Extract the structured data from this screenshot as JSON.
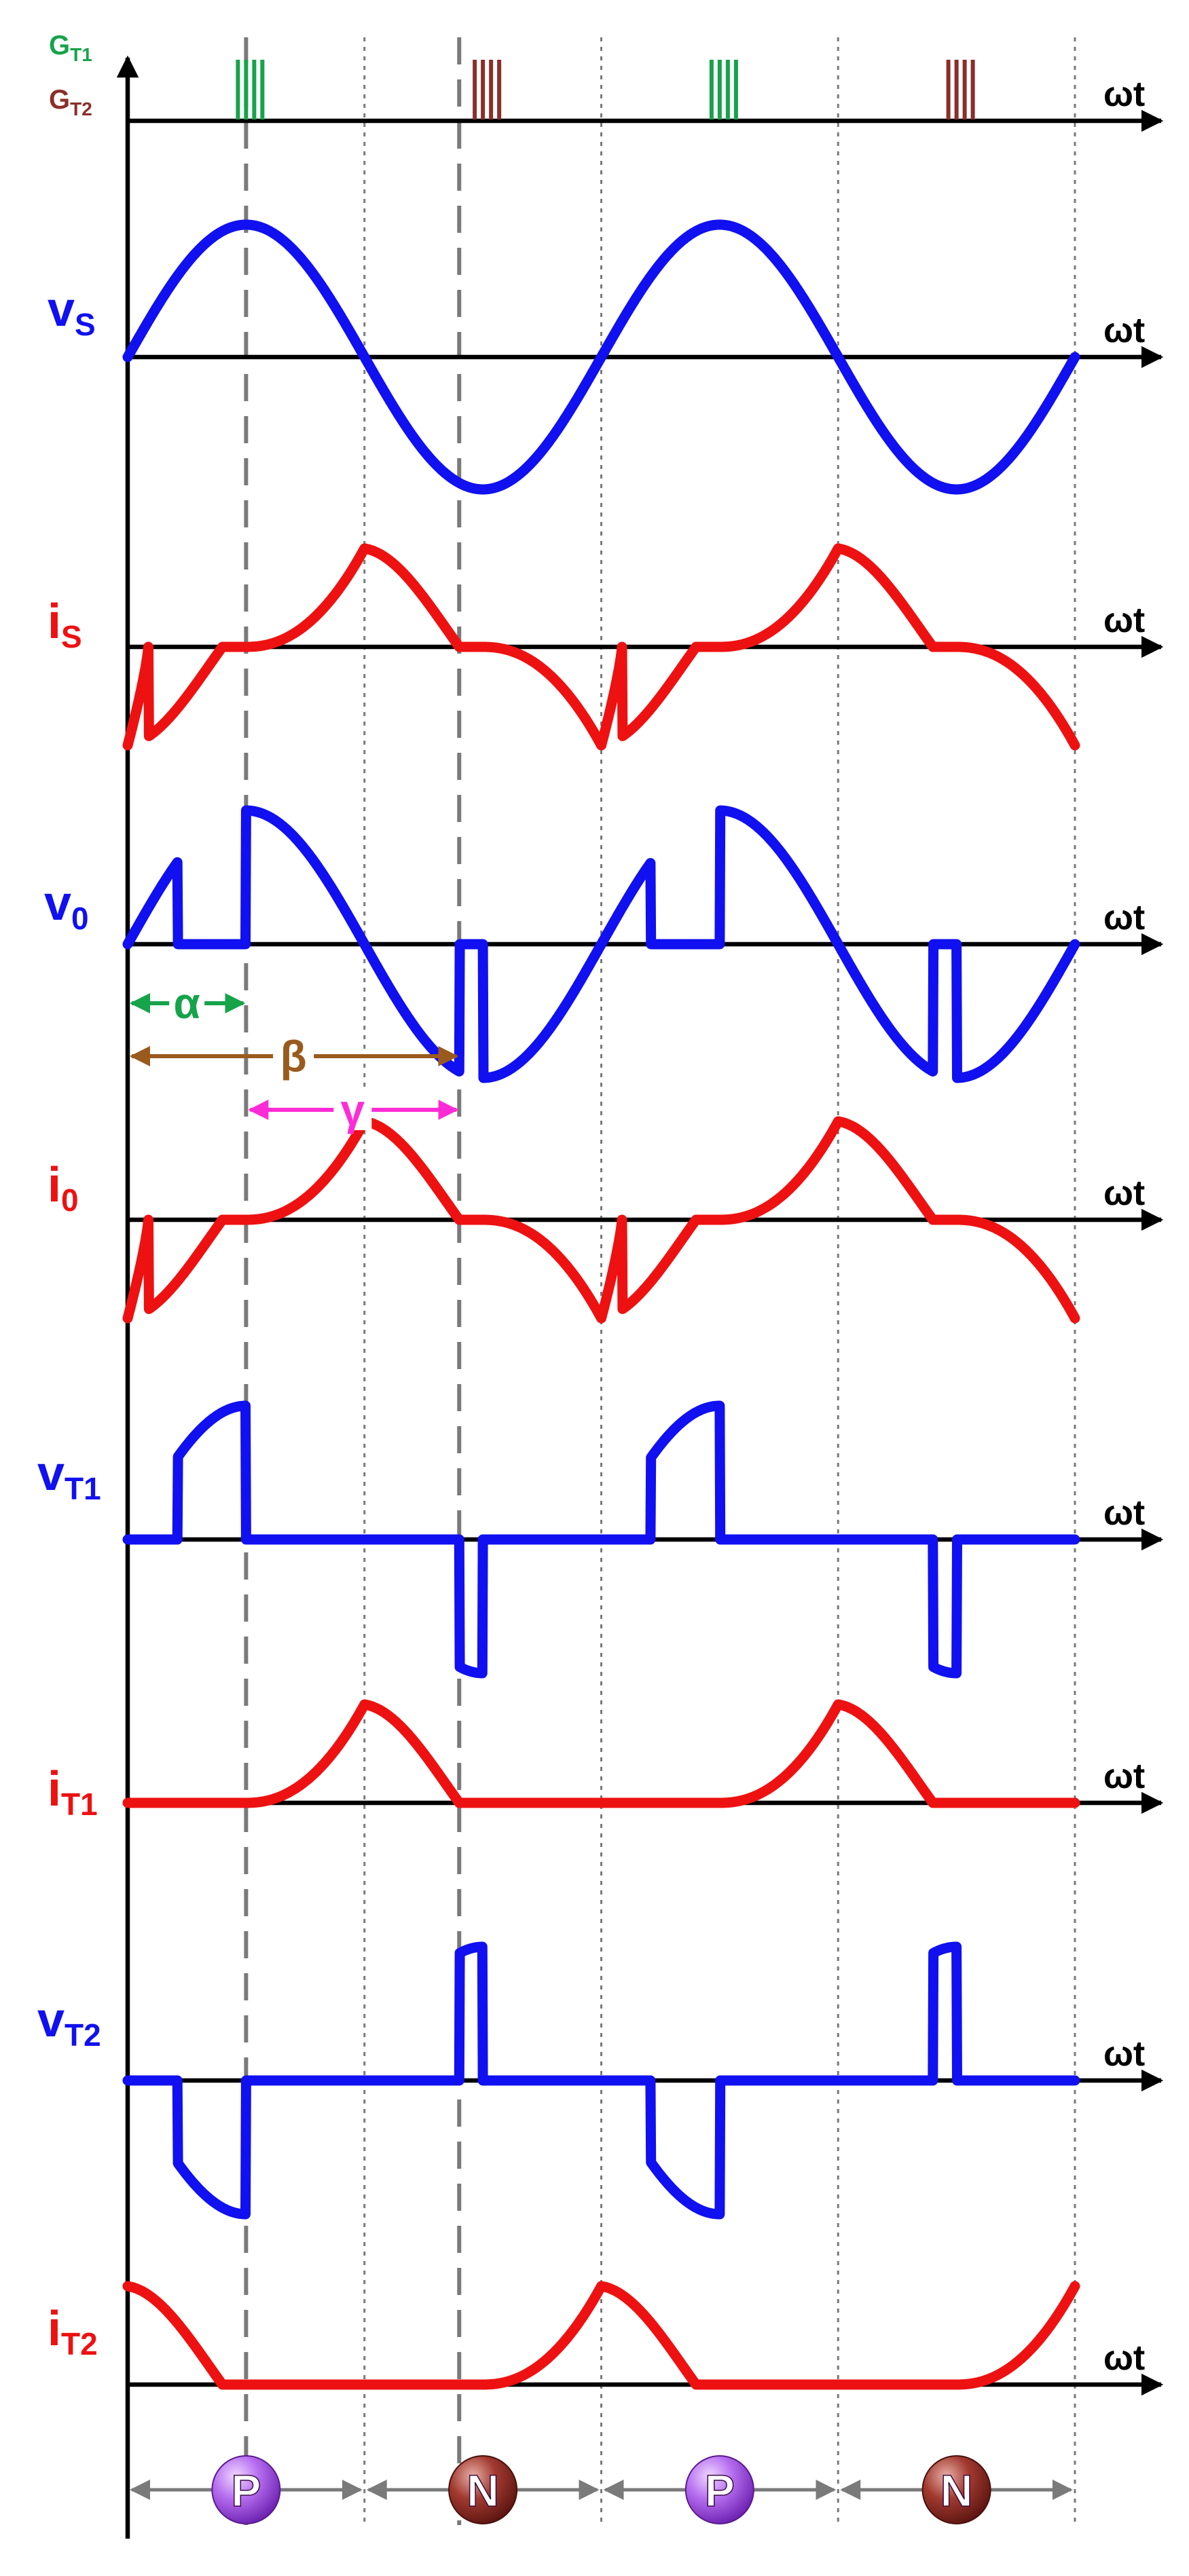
{
  "colors": {
    "blue": "#1010f0",
    "red": "#ee1111",
    "green": "#16a34a",
    "maroon": "#8b2e2a",
    "brown": "#9a5a1e",
    "magenta": "#ff2bd6",
    "purple": "#9a40d8",
    "axis": "#000000",
    "guide": "#7a7a7a"
  },
  "axis_label": "ωt",
  "gate_labels": {
    "gt1_main": "G",
    "gt1_sub": "T1",
    "gt2_main": "G",
    "gt2_sub": "T2"
  },
  "signals": [
    {
      "id": "vs",
      "main": "v",
      "sub": "S",
      "color": "blue"
    },
    {
      "id": "is",
      "main": "i",
      "sub": "S",
      "color": "red"
    },
    {
      "id": "v0",
      "main": "v",
      "sub": "0",
      "color": "blue"
    },
    {
      "id": "i0",
      "main": "i",
      "sub": "0",
      "color": "red"
    },
    {
      "id": "vt1",
      "main": "v",
      "sub": "T1",
      "color": "blue"
    },
    {
      "id": "it1",
      "main": "i",
      "sub": "T1",
      "color": "red"
    },
    {
      "id": "vt2",
      "main": "v",
      "sub": "T2",
      "color": "blue"
    },
    {
      "id": "it2",
      "main": "i",
      "sub": "T2",
      "color": "red"
    }
  ],
  "angles": {
    "alpha": "α",
    "beta": "β",
    "gamma": "γ"
  },
  "modes": [
    "P",
    "N",
    "P",
    "N"
  ]
}
